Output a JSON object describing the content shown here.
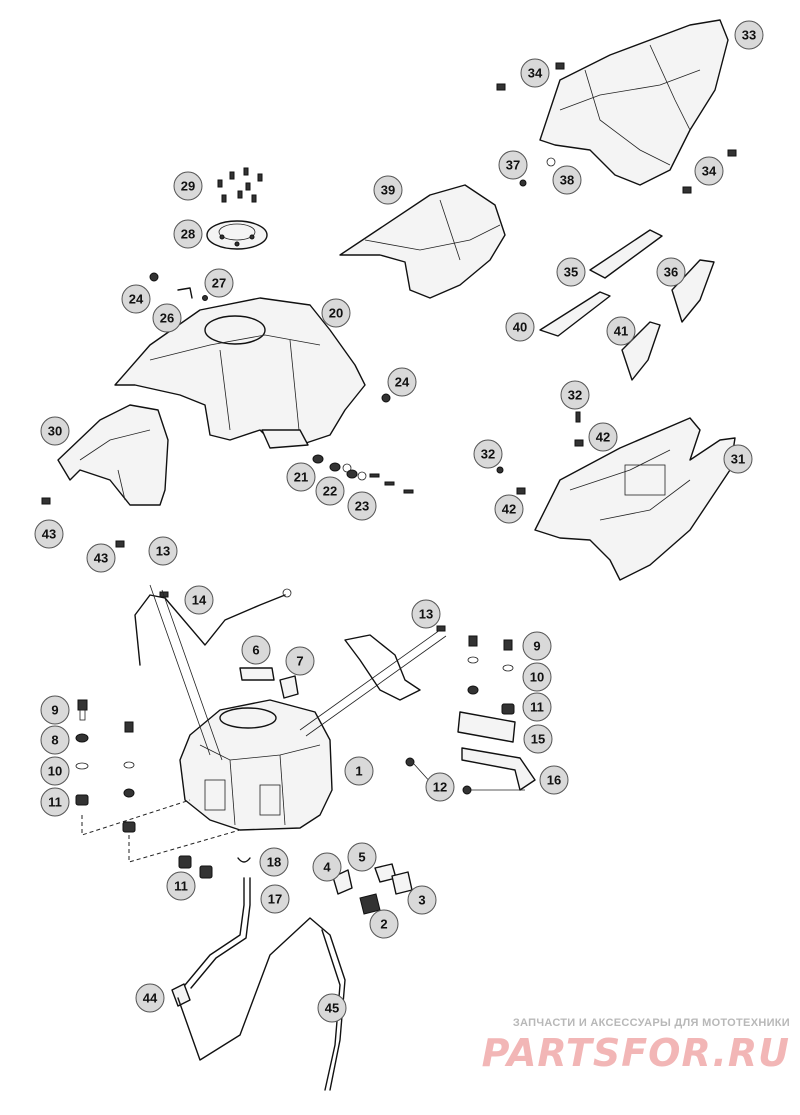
{
  "watermark": {
    "caption": "ЗАПЧАСТИ И АКСЕССУАРЫ ДЛЯ МОТОТЕХНИКИ",
    "logo": "PARTSFOR.RU"
  },
  "callouts": [
    {
      "label": "1"
    },
    {
      "label": "2"
    },
    {
      "label": "3"
    },
    {
      "label": "4"
    },
    {
      "label": "5"
    },
    {
      "label": "6"
    },
    {
      "label": "7"
    },
    {
      "label": "8"
    },
    {
      "label": "9"
    },
    {
      "label": "9"
    },
    {
      "label": "10"
    },
    {
      "label": "10"
    },
    {
      "label": "11"
    },
    {
      "label": "11"
    },
    {
      "label": "11"
    },
    {
      "label": "12"
    },
    {
      "label": "13"
    },
    {
      "label": "13"
    },
    {
      "label": "14"
    },
    {
      "label": "15"
    },
    {
      "label": "16"
    },
    {
      "label": "17"
    },
    {
      "label": "18"
    },
    {
      "label": "20"
    },
    {
      "label": "21"
    },
    {
      "label": "22"
    },
    {
      "label": "23"
    },
    {
      "label": "24"
    },
    {
      "label": "24"
    },
    {
      "label": "26"
    },
    {
      "label": "27"
    },
    {
      "label": "28"
    },
    {
      "label": "29"
    },
    {
      "label": "30"
    },
    {
      "label": "31"
    },
    {
      "label": "32"
    },
    {
      "label": "32"
    },
    {
      "label": "33"
    },
    {
      "label": "34"
    },
    {
      "label": "34"
    },
    {
      "label": "35"
    },
    {
      "label": "36"
    },
    {
      "label": "37"
    },
    {
      "label": "38"
    },
    {
      "label": "39"
    },
    {
      "label": "40"
    },
    {
      "label": "41"
    },
    {
      "label": "42"
    },
    {
      "label": "42"
    },
    {
      "label": "43"
    },
    {
      "label": "43"
    },
    {
      "label": "44"
    },
    {
      "label": "45"
    }
  ]
}
